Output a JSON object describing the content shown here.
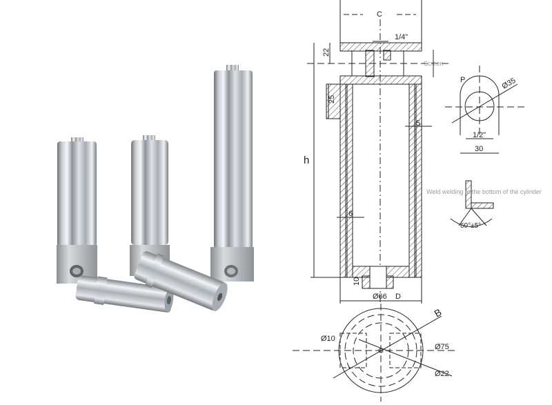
{
  "photo": {
    "subject": "Stainless steel high-pressure filter housings (5 units)",
    "items": [
      {
        "name": "short-housing-standing",
        "position": "left"
      },
      {
        "name": "medium-housing-standing",
        "position": "center"
      },
      {
        "name": "tall-housing-standing",
        "position": "right"
      },
      {
        "name": "small-housing-lying",
        "position": "front-left"
      },
      {
        "name": "medium-housing-lying",
        "position": "front-center"
      }
    ]
  },
  "drawing": {
    "section_view": {
      "labels": {
        "c": "C",
        "h": "h",
        "thread_top": "1/4\"",
        "cap_height": "22",
        "thread_overlap": "25",
        "wall_top": "5",
        "wall_body": "6",
        "bottom_thickness": "10",
        "outer_dia": "Ø66",
        "d": "D",
        "screen": "Screen"
      }
    },
    "port_view": {
      "labels": {
        "p": "P",
        "dia": "Ø35",
        "thread": "1/2\"",
        "width": "30"
      }
    },
    "weld_detail": {
      "note": "Weld welding at the bottom of the cylinder",
      "angle": "60°±5°"
    },
    "bottom_view": {
      "labels": {
        "b": "B",
        "hole": "Ø10",
        "outer": "Ø75",
        "center": "Ø22"
      }
    }
  }
}
